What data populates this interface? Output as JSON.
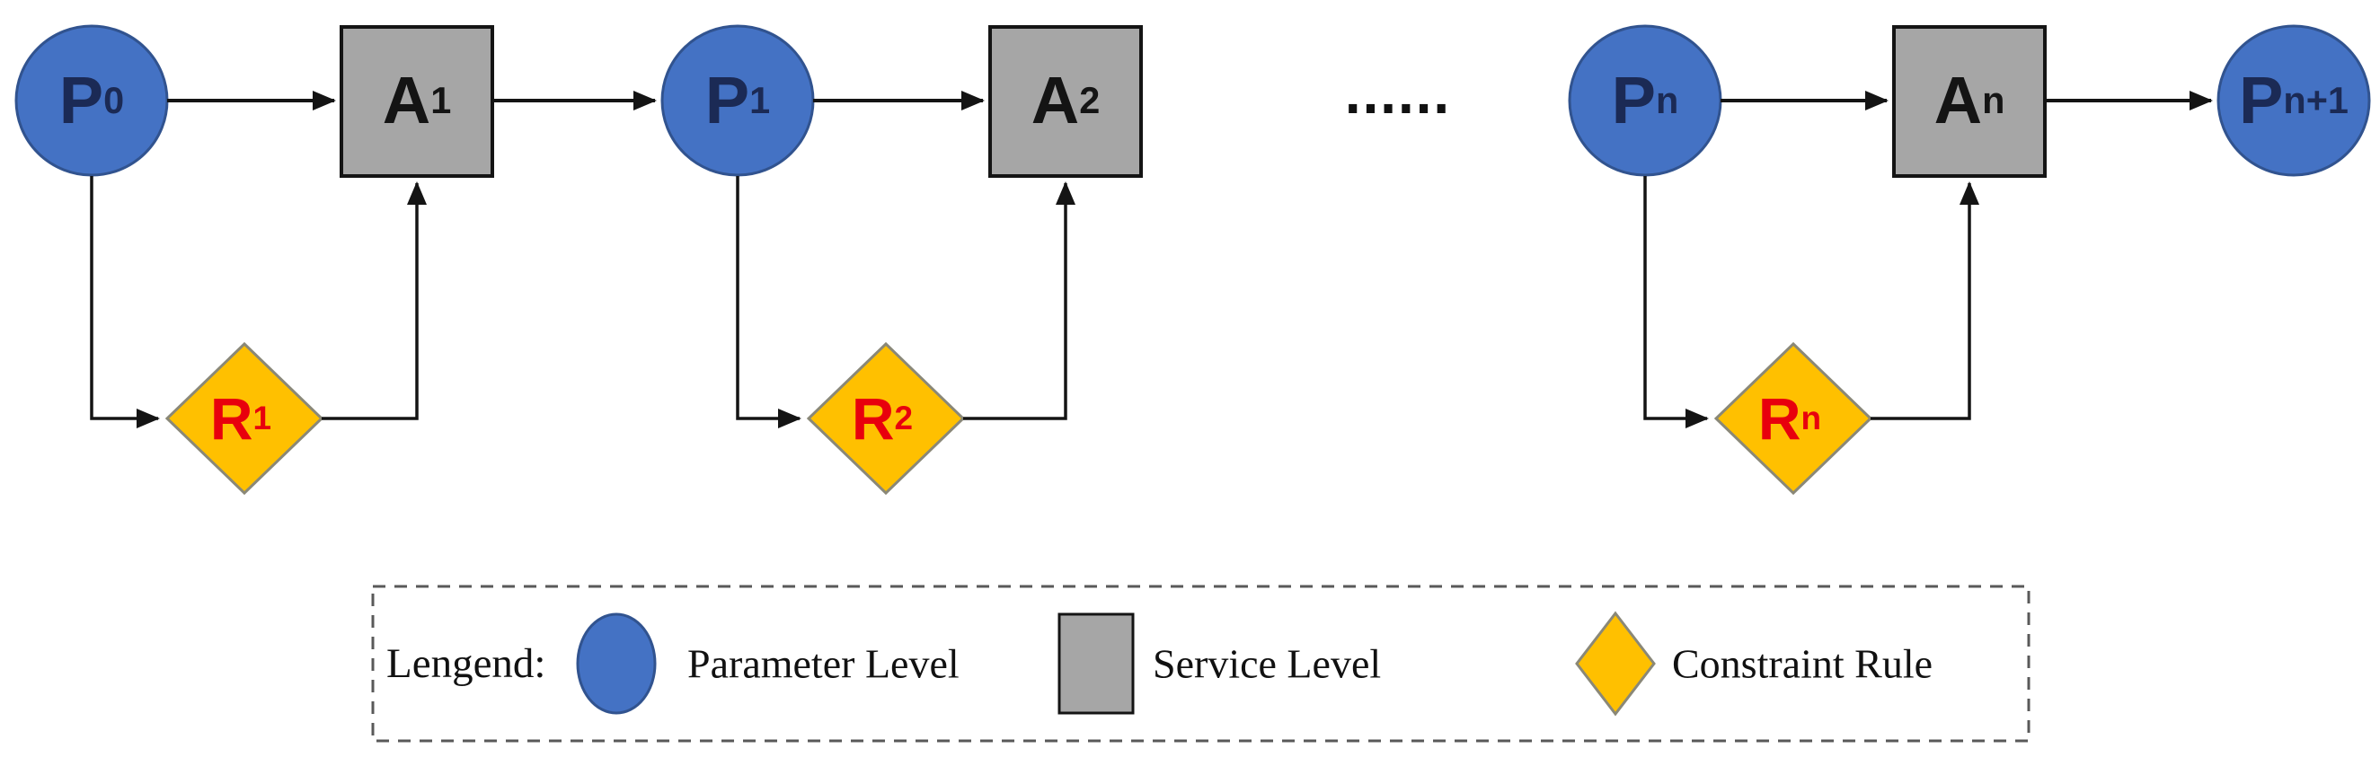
{
  "figure": {
    "ellipsis": "......",
    "nodes": [
      {
        "id": "p0",
        "kind": "parameter",
        "label": "P",
        "sub": "0"
      },
      {
        "id": "a1",
        "kind": "service",
        "label": "A",
        "sub": "1"
      },
      {
        "id": "p1",
        "kind": "parameter",
        "label": "P",
        "sub": "1"
      },
      {
        "id": "a2",
        "kind": "service",
        "label": "A",
        "sub": "2"
      },
      {
        "id": "pn",
        "kind": "parameter",
        "label": "P",
        "sub": "n"
      },
      {
        "id": "an",
        "kind": "service",
        "label": "A",
        "sub": "n"
      },
      {
        "id": "pn1",
        "kind": "parameter",
        "label": "P",
        "sub": "n+1"
      },
      {
        "id": "r1",
        "kind": "rule",
        "label": "R",
        "sub": "1"
      },
      {
        "id": "r2",
        "kind": "rule",
        "label": "R",
        "sub": "2"
      },
      {
        "id": "rn",
        "kind": "rule",
        "label": "R",
        "sub": "n"
      }
    ]
  },
  "legend": {
    "title": "Lengend:",
    "items": [
      {
        "shape": "circle",
        "label": "Parameter Level"
      },
      {
        "shape": "square",
        "label": "Service Level"
      },
      {
        "shape": "diamond",
        "label": "Constraint Rule"
      }
    ]
  },
  "colors": {
    "background": "#ffffff",
    "parameter_fill": "#4472c4",
    "parameter_stroke": "#31538f",
    "parameter_text": "#1b2a55",
    "service_fill": "#a6a6a6",
    "service_stroke": "#141414",
    "service_text": "#141414",
    "rule_fill": "#ffc000",
    "rule_stroke": "#8a8878",
    "rule_text": "#e8000d",
    "line": "#141414",
    "legend_border": "#595959",
    "legend_text": "#111111"
  }
}
